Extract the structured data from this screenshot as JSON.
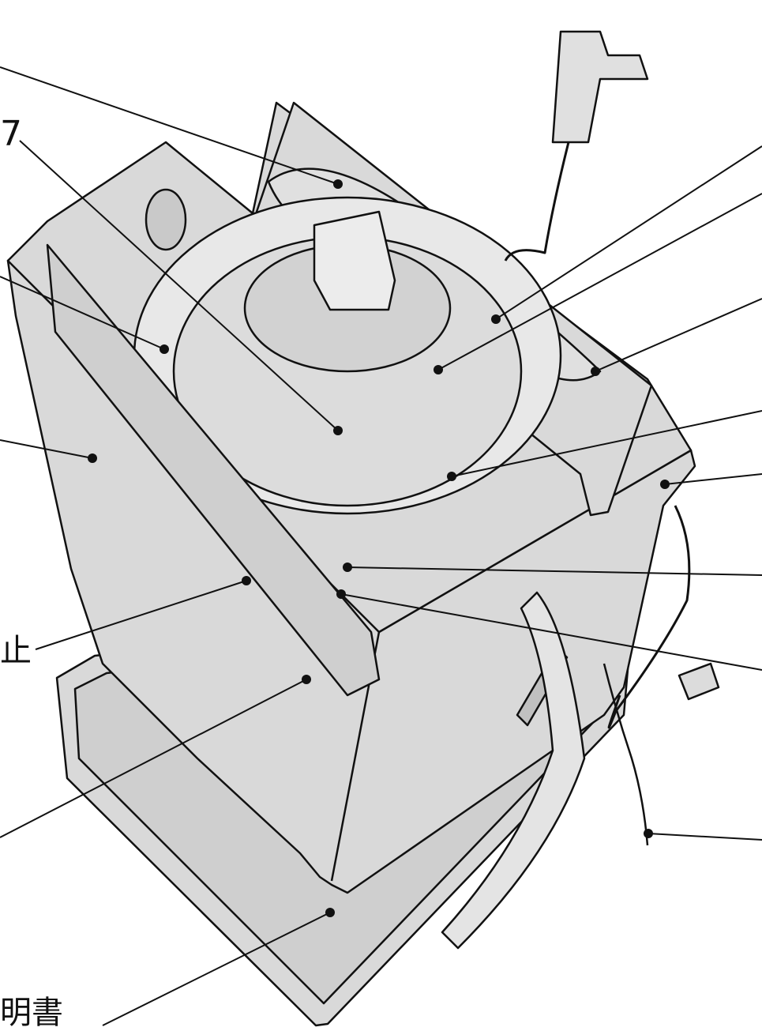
{
  "labels": {
    "number_7": "7",
    "control_kanji": "止",
    "manual_text": "明書"
  },
  "colors": {
    "body_fill": "#d9d9d9",
    "inner_fill": "#e8e8e8",
    "outline": "#111111",
    "background": "#ffffff"
  },
  "icons": [
    "callout-dot",
    "callout-leader-line"
  ]
}
